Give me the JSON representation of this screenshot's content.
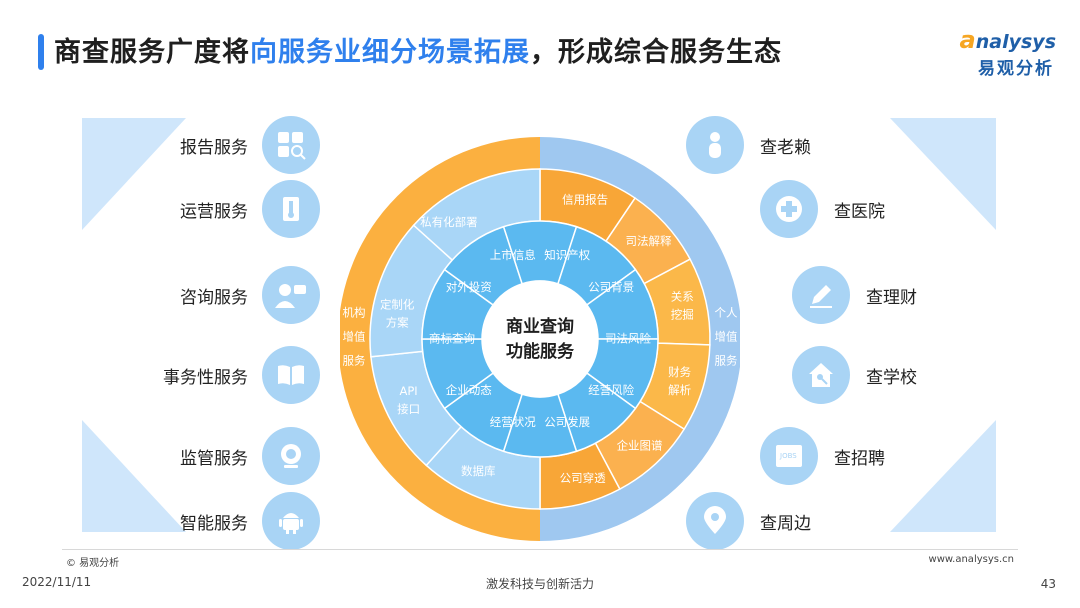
{
  "header": {
    "title_part1": "商查服务广度将",
    "title_highlight": "向服务业细分场景拓展",
    "title_part2": "，形成综合服务生态"
  },
  "logo": {
    "en_a": "a",
    "en_rest": "nalysys",
    "cn": "易观分析"
  },
  "left_services": [
    {
      "label": "报告服务",
      "icon": "report-grid-icon"
    },
    {
      "label": "运营服务",
      "icon": "thermometer-icon"
    },
    {
      "label": "咨询服务",
      "icon": "consultant-icon"
    },
    {
      "label": "事务性服务",
      "icon": "open-book-icon"
    },
    {
      "label": "监管服务",
      "icon": "camera-icon"
    },
    {
      "label": "智能服务",
      "icon": "android-icon"
    }
  ],
  "right_services": [
    {
      "label": "查老赖",
      "icon": "person-icon"
    },
    {
      "label": "查医院",
      "icon": "medical-cross-icon"
    },
    {
      "label": "查理财",
      "icon": "pencil-icon"
    },
    {
      "label": "查学校",
      "icon": "house-icon"
    },
    {
      "label": "查招聘",
      "icon": "jobs-icon"
    },
    {
      "label": "查周边",
      "icon": "location-pin-icon"
    }
  ],
  "wheel": {
    "center": [
      "商业查询",
      "功能服务"
    ],
    "outer_left": [
      "机构",
      "增值",
      "服务"
    ],
    "outer_right": [
      "个人",
      "增值",
      "服务"
    ],
    "middle": [
      "私有化部署",
      "定制化方案",
      "API接口",
      "数据库",
      "信用报告",
      "司法解释",
      "关系挖掘",
      "财务解析",
      "企业图谱",
      "公司穿透"
    ],
    "inner": [
      "上市信息",
      "对外投资",
      "商标查询",
      "企业动态",
      "经营状况",
      "公司发展",
      "经营风险",
      "司法风险",
      "公司背景",
      "知识产权"
    ]
  },
  "colors": {
    "accent": "#2f80ed",
    "orange": "#fbb040",
    "blue_outer": "#9fc8f0",
    "ring_light": "#a9d6f7",
    "ring_inner": "#5bb9f0"
  },
  "footer": {
    "copyright": "© 易观分析",
    "site": "www.analysys.cn",
    "date": "2022/11/11",
    "slogan": "激发科技与创新活力",
    "page": "43"
  }
}
